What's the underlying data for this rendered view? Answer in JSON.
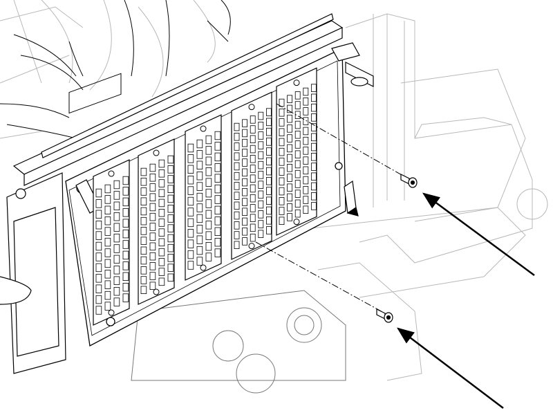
{
  "diagram": {
    "subject": "connector-panel-screw-removal",
    "colors": {
      "background": "#ffffff",
      "ink": "#000000",
      "ghost_parts": "#b8b8b8",
      "mid_parts": "#555555"
    },
    "modules": [
      {
        "name": "connector-module-1",
        "rows": 12,
        "cols": 4
      },
      {
        "name": "connector-module-2",
        "rows": 13,
        "cols": 4
      },
      {
        "name": "connector-module-3",
        "rows": 12,
        "cols": 4
      },
      {
        "name": "connector-module-4",
        "rows": 13,
        "cols": 5
      },
      {
        "name": "connector-module-5",
        "rows": 13,
        "cols": 5
      }
    ],
    "callouts": [
      {
        "name": "upper-screw-arrow",
        "target": "upper-screw"
      },
      {
        "name": "lower-screw-arrow",
        "target": "lower-screw"
      }
    ]
  }
}
